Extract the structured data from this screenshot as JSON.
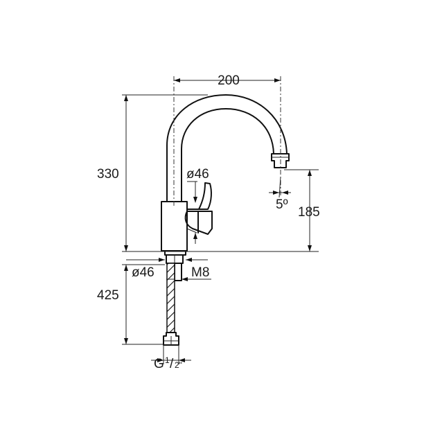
{
  "dimensions": {
    "spout_reach": "200",
    "total_height": "330",
    "body_diameter": "ø46",
    "spout_angle": "5º",
    "spout_height": "185",
    "base_diameter": "ø46",
    "bolt_thread": "M8",
    "hose_length": "425",
    "connection_whole": "G",
    "connection_num": "1",
    "connection_den": "2\""
  },
  "colors": {
    "line": "#111111",
    "background": "#ffffff"
  }
}
